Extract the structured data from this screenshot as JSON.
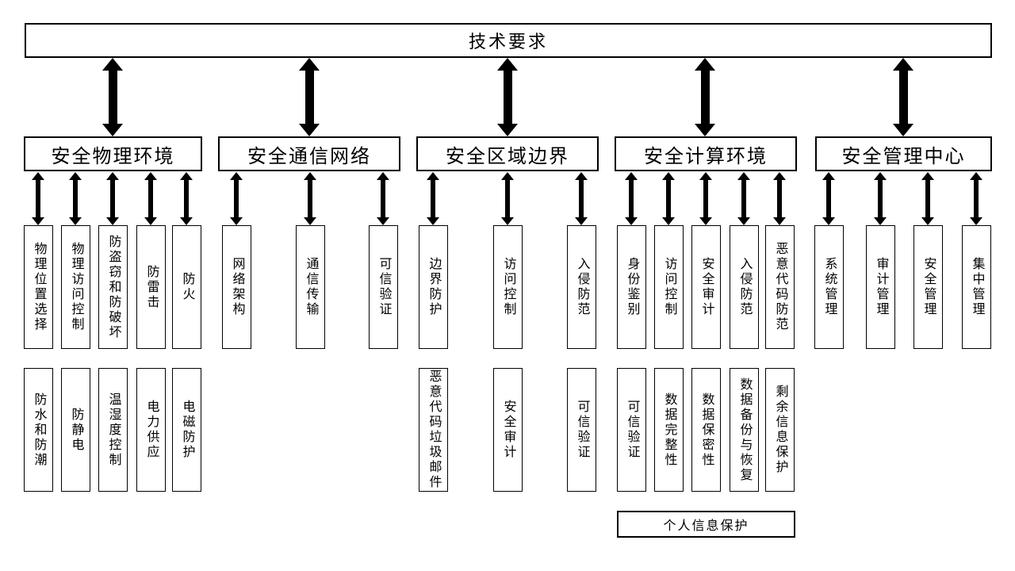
{
  "diagram": {
    "title": "技术要求",
    "groups": [
      {
        "label": "安全物理环境",
        "row1": [
          "物理位置选择",
          "物理访问控制",
          "防盗窃和防破坏",
          "防雷击",
          "防火"
        ],
        "row2": [
          "防水和防潮",
          "防静电",
          "温湿度控制",
          "电力供应",
          "电磁防护"
        ]
      },
      {
        "label": "安全通信网络",
        "row1": [
          "网络架构",
          "通信传输",
          "可信验证"
        ],
        "row2": []
      },
      {
        "label": "安全区域边界",
        "row1": [
          "边界防护",
          "访问控制",
          "入侵防范"
        ],
        "row2": [
          "恶意代码垃圾邮件",
          "安全审计",
          "可信验证"
        ]
      },
      {
        "label": "安全计算环境",
        "row1": [
          "身份鉴别",
          "访问控制",
          "安全审计",
          "入侵防范",
          "恶意代码防范"
        ],
        "row2": [
          "可信验证",
          "数据完整性",
          "数据保密性",
          "数据备份与恢复",
          "剩余信息保护"
        ]
      },
      {
        "label": "安全管理中心",
        "row1": [
          "系统管理",
          "审计管理",
          "安全管理",
          "集中管理"
        ],
        "row2": []
      }
    ],
    "extra_box": "个人信息保护"
  },
  "colors": {
    "border": "#000000",
    "arrow": "#000000",
    "background": "#ffffff"
  }
}
